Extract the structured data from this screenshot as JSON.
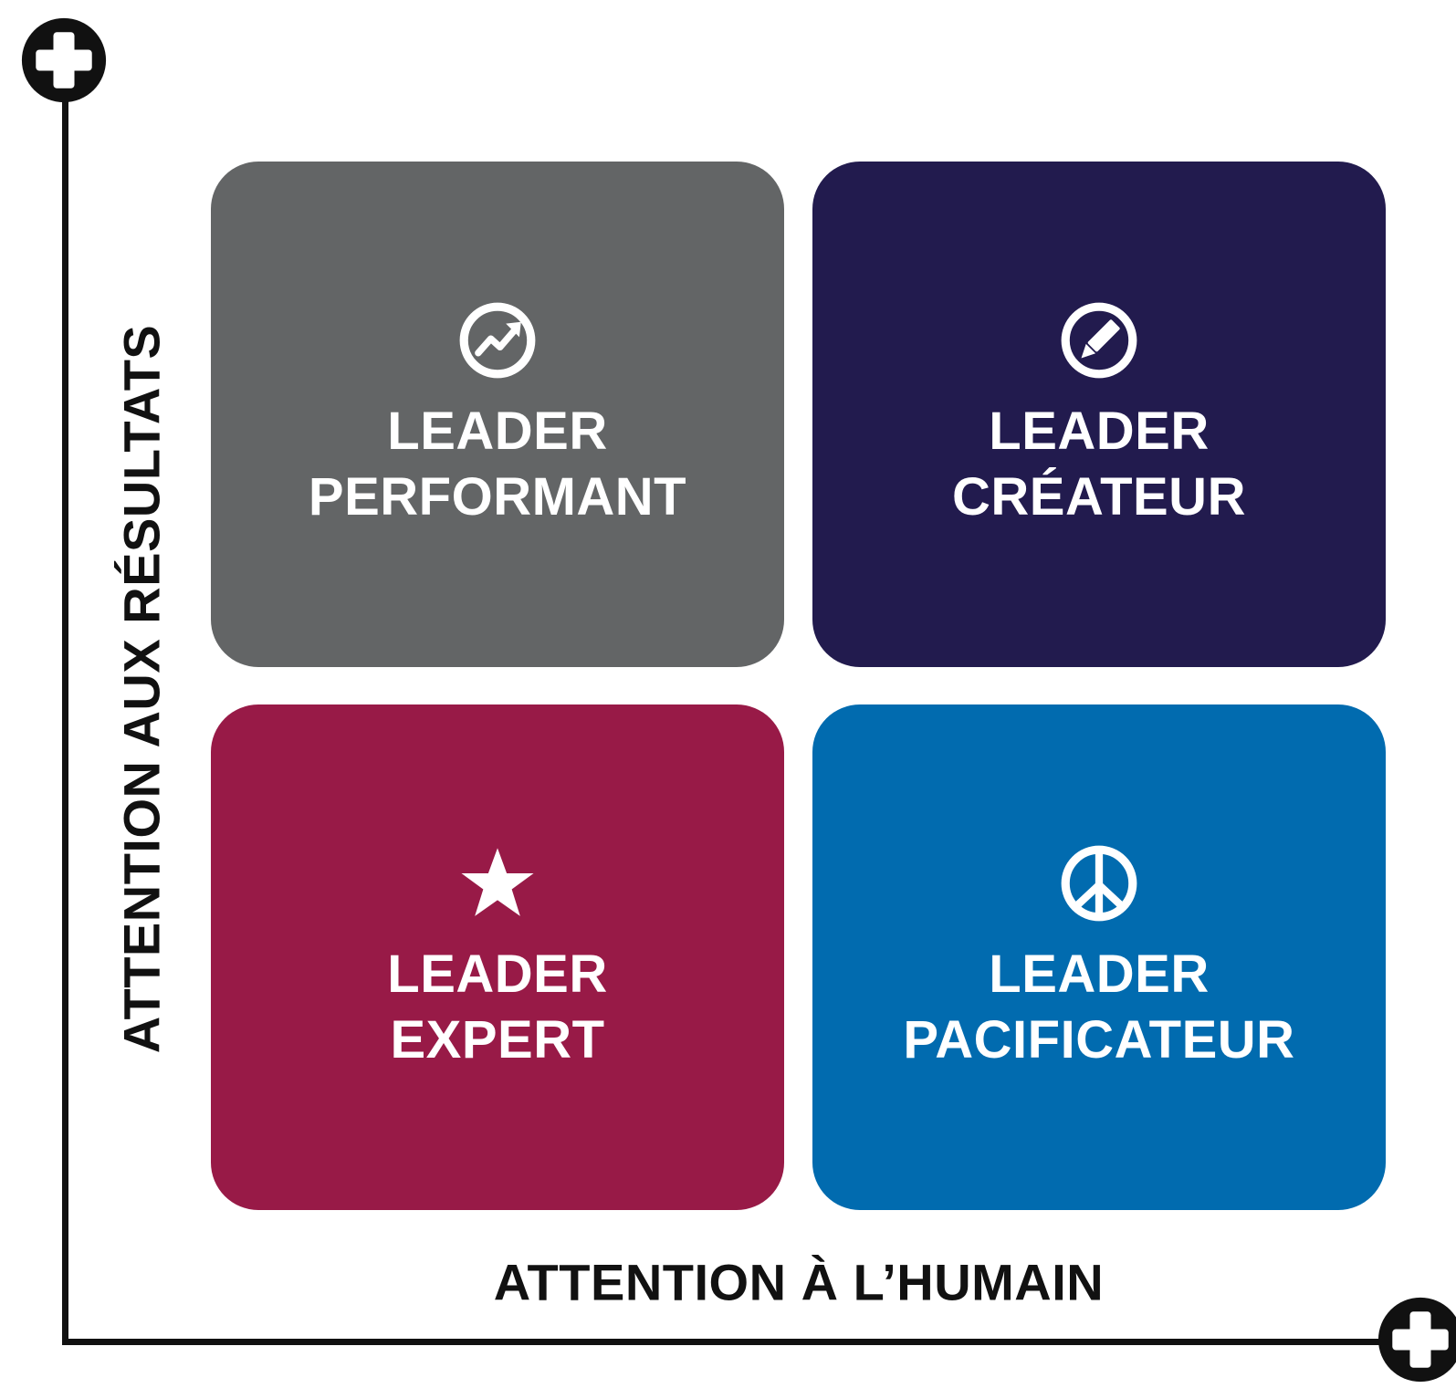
{
  "axes": {
    "y_label": "ATTENTION AUX RÉSULTATS",
    "x_label": "ATTENTION À L’HUMAIN",
    "end_marker_icon": "plus-circle-icon",
    "axis_color": "#111111"
  },
  "quadrants": [
    {
      "line1": "LEADER",
      "line2": "PERFORMANT",
      "icon": "trend-chart-icon",
      "color": "#636566"
    },
    {
      "line1": "LEADER",
      "line2": "CRÉATEUR",
      "icon": "pencil-icon",
      "color": "#221b4e"
    },
    {
      "line1": "LEADER",
      "line2": "EXPERT",
      "icon": "star-icon",
      "color": "#981a47"
    },
    {
      "line1": "LEADER",
      "line2": "PACIFICATEUR",
      "icon": "peace-icon",
      "color": "#016baf"
    }
  ]
}
